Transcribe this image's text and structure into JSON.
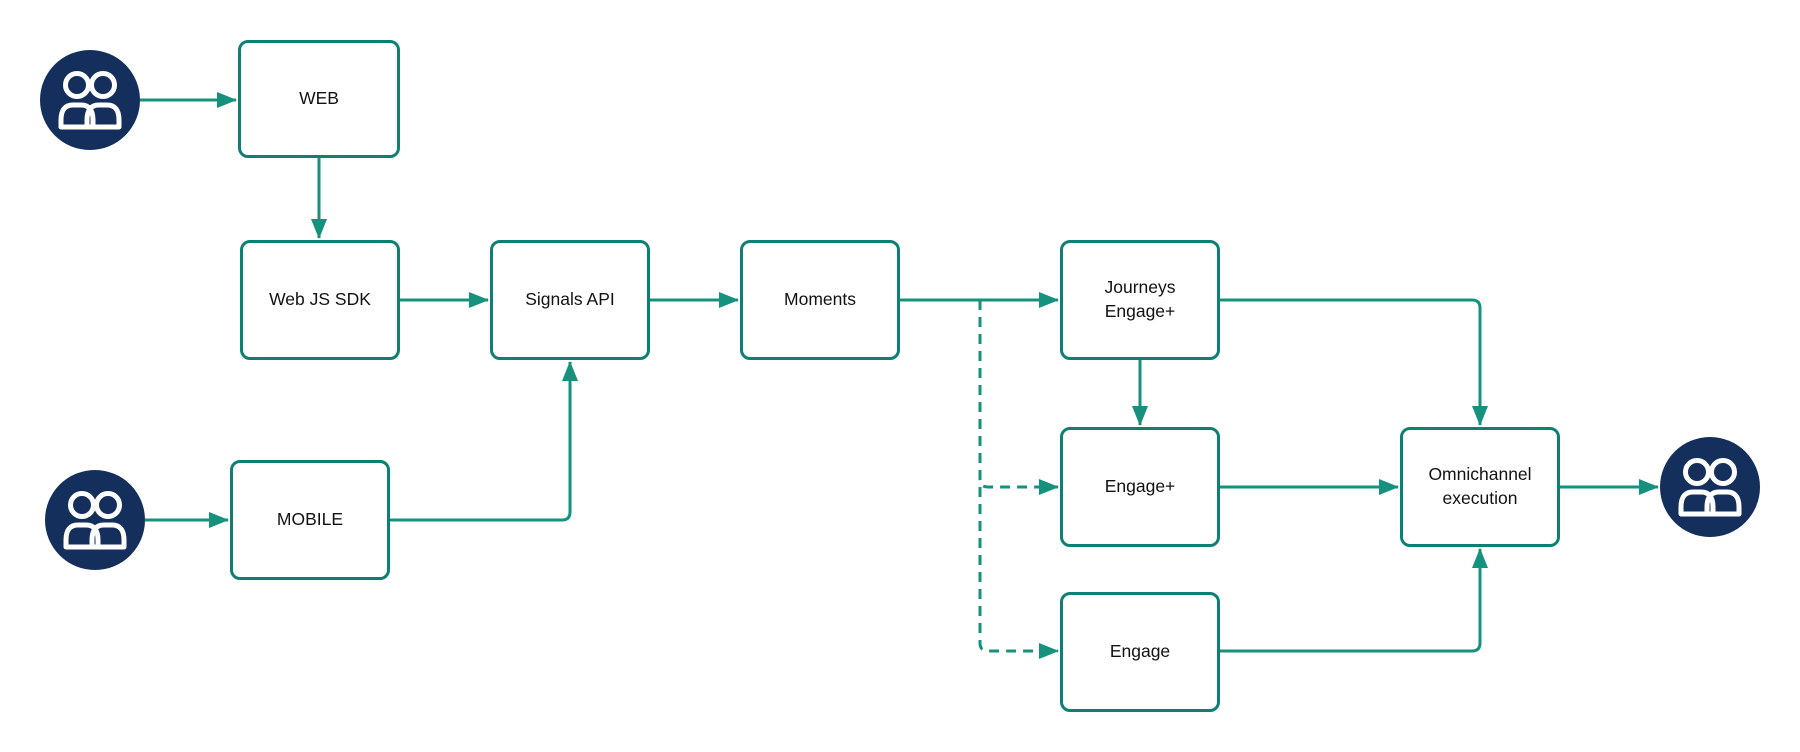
{
  "colors": {
    "node_border": "#0d8073",
    "connector": "#16917e",
    "actor_fill": "#142f5c",
    "label_text": "#121212",
    "background": "#ffffff"
  },
  "nodes": {
    "web": {
      "label": "WEB"
    },
    "web_js_sdk": {
      "label": "Web JS SDK"
    },
    "signals_api": {
      "label": "Signals API"
    },
    "moments": {
      "label": "Moments"
    },
    "journeys_engage_plus": {
      "label": "Journeys\nEngage+"
    },
    "engage_plus": {
      "label": "Engage+"
    },
    "engage": {
      "label": "Engage"
    },
    "omnichannel_execution": {
      "label": "Omnichannel\nexecution"
    },
    "mobile": {
      "label": "MOBILE"
    }
  },
  "actors": {
    "web_users": {
      "icon": "users-icon",
      "position": "top-left"
    },
    "mobile_users": {
      "icon": "users-icon",
      "position": "bottom-left"
    },
    "audience": {
      "icon": "users-icon",
      "position": "right"
    }
  },
  "edges": [
    {
      "from": "web_users",
      "to": "web",
      "style": "solid"
    },
    {
      "from": "web",
      "to": "web_js_sdk",
      "style": "solid"
    },
    {
      "from": "web_js_sdk",
      "to": "signals_api",
      "style": "solid"
    },
    {
      "from": "mobile_users",
      "to": "mobile",
      "style": "solid"
    },
    {
      "from": "mobile",
      "to": "signals_api",
      "style": "solid"
    },
    {
      "from": "signals_api",
      "to": "moments",
      "style": "solid"
    },
    {
      "from": "moments",
      "to": "journeys_engage_plus",
      "style": "solid"
    },
    {
      "from": "moments",
      "to": "engage_plus",
      "style": "dashed"
    },
    {
      "from": "moments",
      "to": "engage",
      "style": "dashed"
    },
    {
      "from": "journeys_engage_plus",
      "to": "engage_plus",
      "style": "solid"
    },
    {
      "from": "journeys_engage_plus",
      "to": "omnichannel_execution",
      "style": "solid"
    },
    {
      "from": "engage_plus",
      "to": "omnichannel_execution",
      "style": "solid"
    },
    {
      "from": "engage",
      "to": "omnichannel_execution",
      "style": "solid"
    },
    {
      "from": "omnichannel_execution",
      "to": "audience",
      "style": "solid"
    }
  ]
}
